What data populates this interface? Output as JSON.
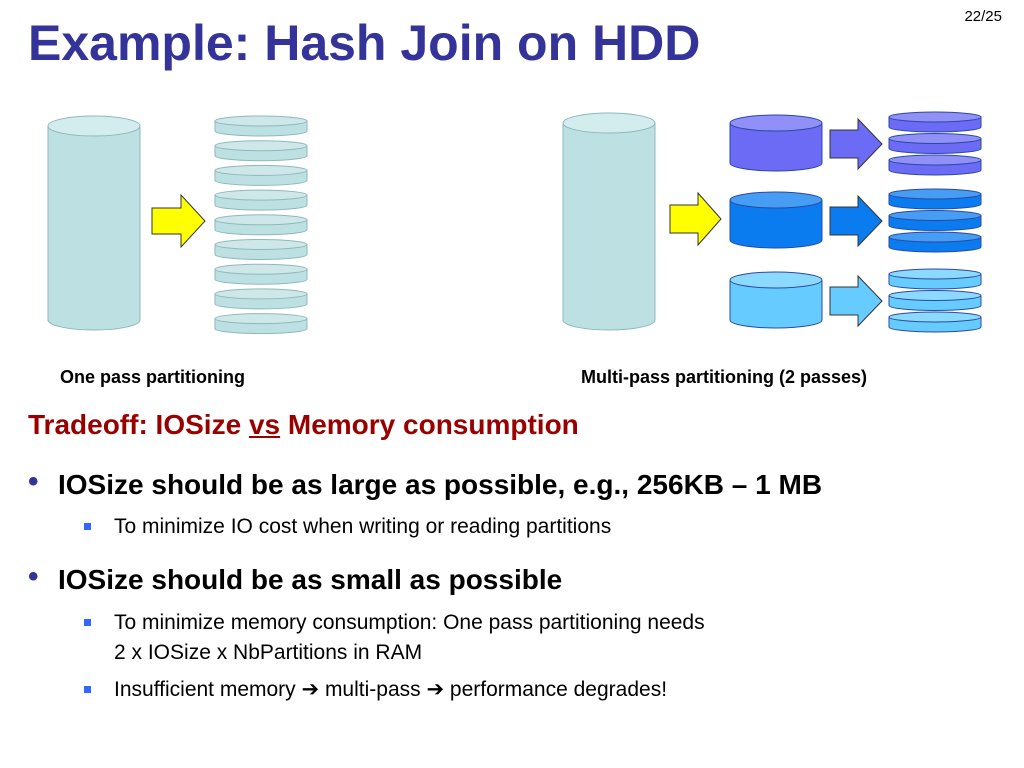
{
  "page_number": "22/25",
  "title": "Example: Hash Join on HDD",
  "diagram": {
    "left_caption": "One pass partitioning",
    "right_caption": "Multi-pass partitioning (2 passes)",
    "colors": {
      "source_disk": "#bde0e2",
      "arrow_yellow": "#ffff00",
      "purple": "#6b6bf5",
      "blue": "#0a7cf0",
      "light_blue": "#66ccff"
    },
    "one_pass_partition_count": 9,
    "multi_pass_groups": 3,
    "multi_pass_partitions_per_group": 3
  },
  "tradeoff": {
    "prefix": "Tradeoff: IOSize ",
    "vs": "vs",
    "suffix": " Memory consumption"
  },
  "bullets": [
    {
      "text": "IOSize should be as large as possible, e.g., 256KB – 1 MB",
      "sub": [
        "To minimize IO cost when writing or reading partitions"
      ]
    },
    {
      "text": "IOSize should be as small as possible",
      "sub": [
        "To minimize memory consumption: One pass partitioning needs",
        "2 x IOSize x NbPartitions in RAM",
        "Insufficient memory ➔ multi-pass ➔ performance degrades!"
      ]
    }
  ],
  "icons": [
    "cylinder-disk-icon",
    "right-arrow-icon",
    "square-bullet-icon",
    "round-bullet-icon"
  ]
}
